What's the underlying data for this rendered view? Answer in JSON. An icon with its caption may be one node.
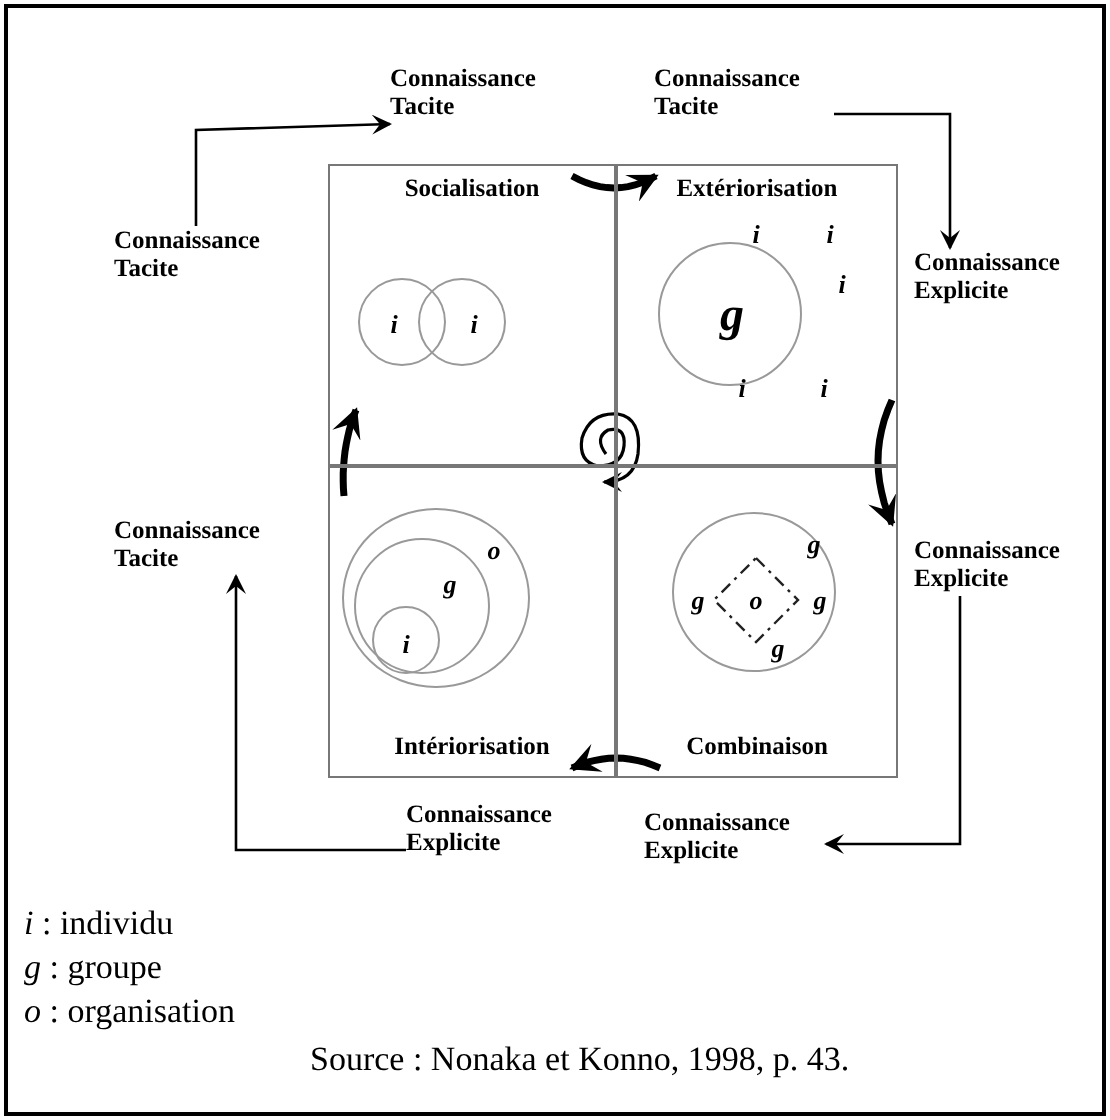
{
  "diagram": {
    "caption": "Source : Nonaka et Konno, 1998, p. 43.",
    "nodes": [
      {
        "text": [
          "Socialisation"
        ]
      },
      {
        "text": [
          "i"
        ],
        "in": 0
      },
      {
        "text": [
          "i"
        ],
        "in": 0
      },
      {
        "text": [
          "Extériorisation"
        ]
      },
      {
        "text": [
          "g"
        ],
        "in": 3
      },
      {
        "text": [
          "Combinaison"
        ]
      },
      {
        "text": [
          "g",
          "g",
          "g",
          "g"
        ],
        "in": 5
      },
      {
        "text": [
          "o"
        ],
        "in": 6
      },
      {
        "text": [
          "Intériorisation"
        ]
      },
      {
        "text": [
          "o"
        ],
        "in": 8
      },
      {
        "text": [
          "g"
        ],
        "in": 9
      },
      {
        "text": [
          "i"
        ],
        "in": 10
      },
      {
        "text": [
          "Connaissance Tacite"
        ]
      },
      {
        "text": [
          "Connaissance Tacite"
        ]
      },
      {
        "text": [
          "Connaissance Tacite"
        ]
      },
      {
        "text": [
          "Connaissance Explicite"
        ]
      },
      {
        "text": [
          "Connaissance Explicite"
        ]
      },
      {
        "text": [
          "Connaissance Explicite"
        ]
      },
      {
        "text": [
          "Connaissance Explicite"
        ]
      },
      {
        "text": [
          "Connaissance Tacite"
        ]
      }
    ],
    "edges": [
      {
        "from": 0,
        "to": 3,
        "arrow": "to",
        "style": "thick"
      },
      {
        "from": 3,
        "to": 5,
        "arrow": "to",
        "style": "thick"
      },
      {
        "from": 5,
        "to": 8,
        "arrow": "to",
        "style": "thick"
      },
      {
        "from": 8,
        "to": 0,
        "arrow": "to",
        "style": "thick"
      },
      {
        "from": 12,
        "to": 13,
        "arrow": "to"
      },
      {
        "from": 14,
        "to": 15,
        "arrow": "to"
      },
      {
        "from": 16,
        "to": 17,
        "arrow": "to"
      },
      {
        "from": 18,
        "to": 19,
        "arrow": "to"
      }
    ],
    "labels": [
      "i",
      "i",
      "i",
      "i",
      "i",
      "*i* : individu",
      "*g* : groupe",
      "*o* : organisation"
    ]
  }
}
